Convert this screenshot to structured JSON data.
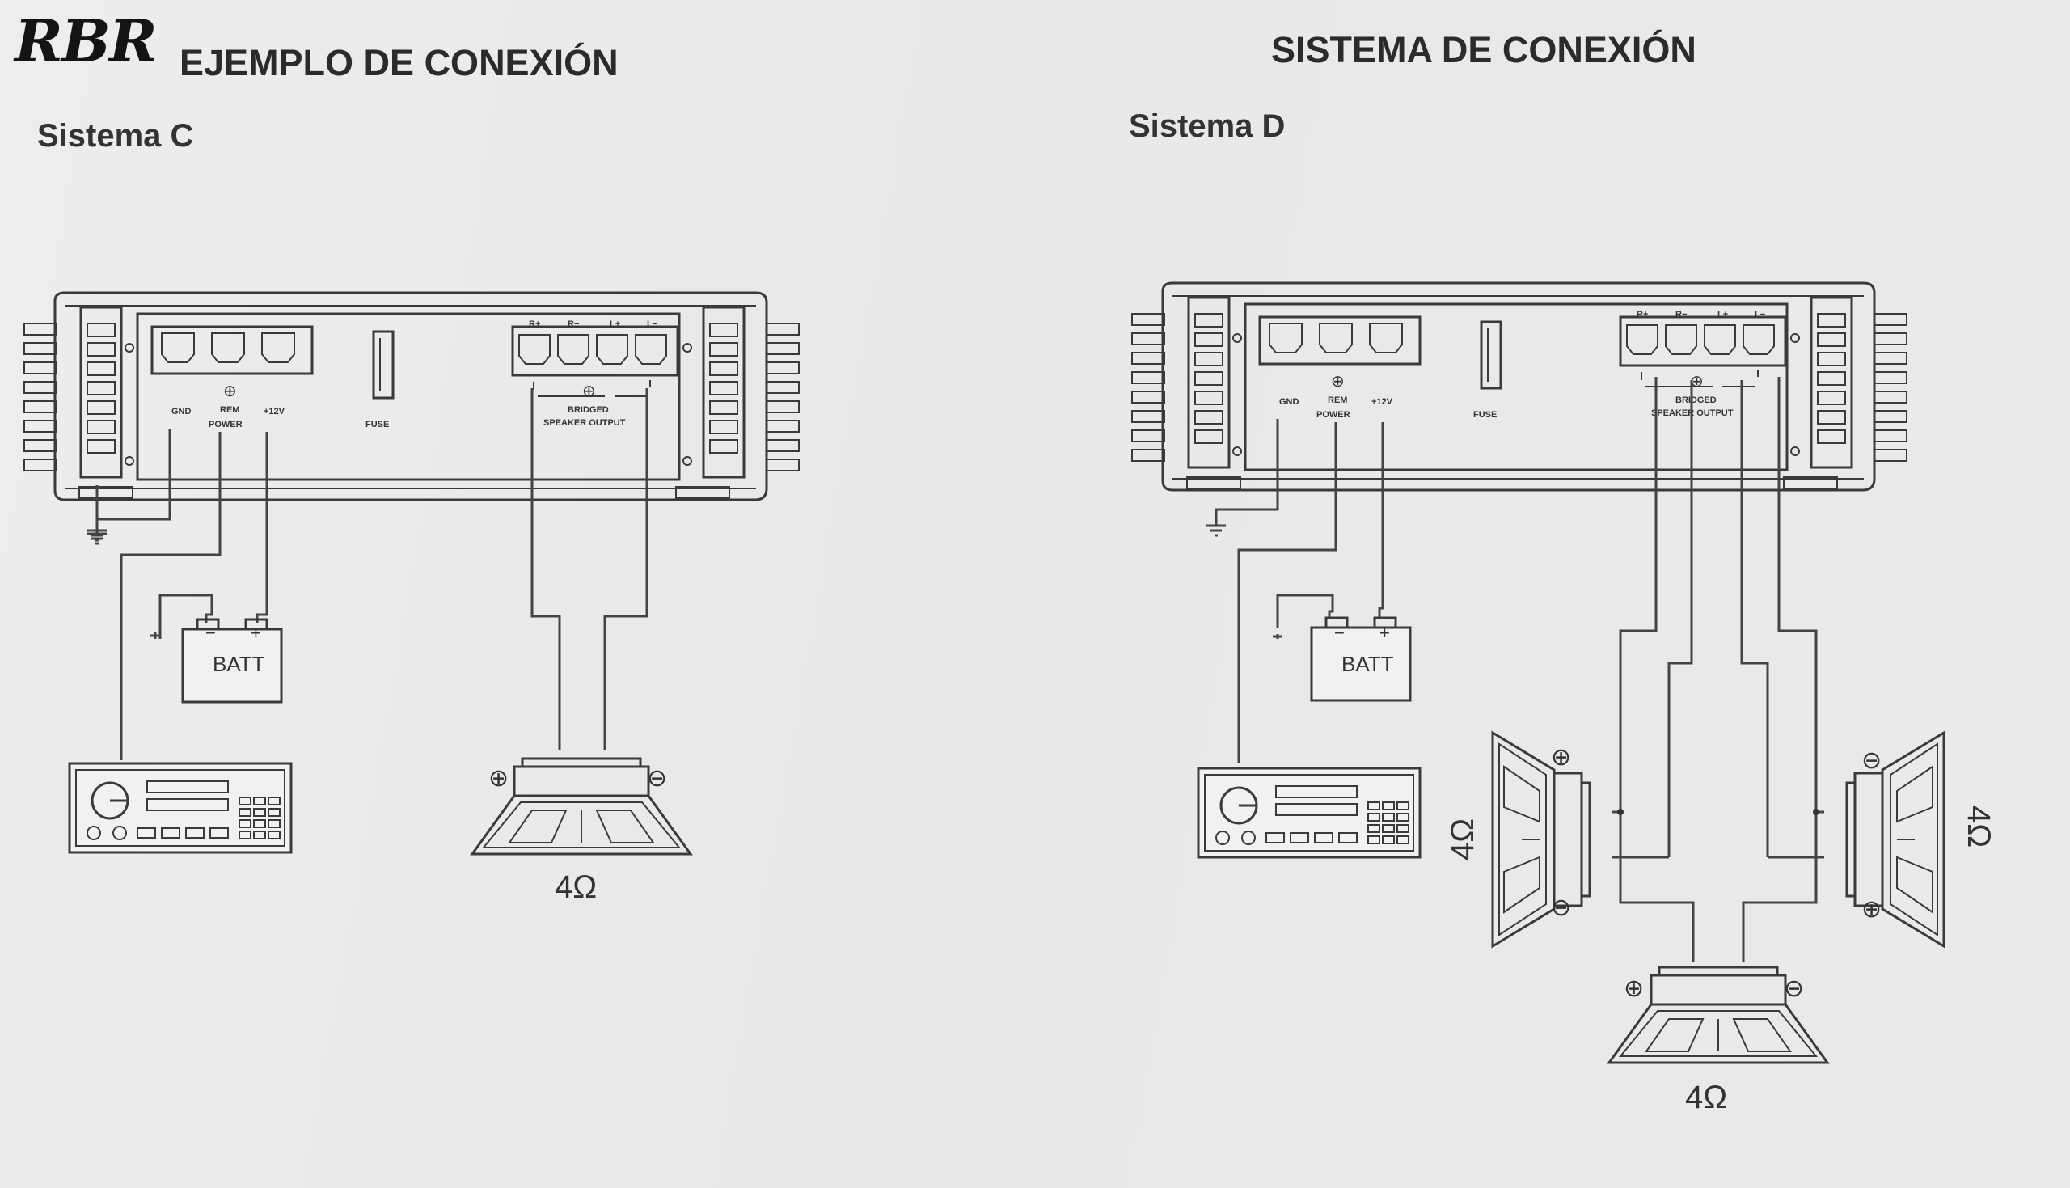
{
  "logo": {
    "text": "RBR"
  },
  "left": {
    "title": "EJEMPLO DE CONEXIÓN",
    "subtitle": "Sistema C",
    "impedance": "4Ω"
  },
  "right": {
    "title": "SISTEMA DE CONEXIÓN",
    "subtitle": "Sistema D",
    "impedance_left": "4Ω",
    "impedance_right": "4Ω",
    "impedance_bottom": "4Ω"
  },
  "amp_labels": {
    "gnd": "GND",
    "rem": "REM",
    "power": "POWER",
    "v12": "+12V",
    "fuse": "FUSE",
    "bridged": "BRIDGED",
    "speaker_output": "SPEAKER OUTPUT",
    "rplus": "R+",
    "rminus": "R−",
    "lplus": "L+",
    "lminus": "L−"
  },
  "battery": {
    "label": "BATT",
    "minus": "−",
    "plus": "+"
  },
  "polarity": {
    "plus": "⊕",
    "minus": "⊖"
  }
}
